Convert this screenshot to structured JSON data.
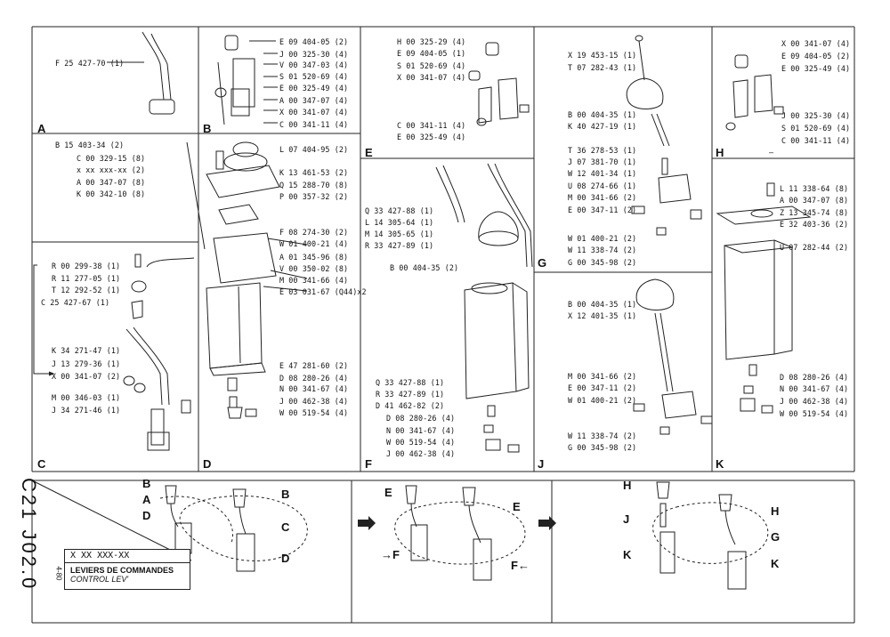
{
  "title": {
    "sheet_code": "C21 J02.0",
    "date": "4-80",
    "part_number": "X XX XXX-XX",
    "french": "LEVIERS DE COMMANDES",
    "english": "CONTROL LEV'"
  },
  "panels": {
    "a": "A",
    "b": "B",
    "c": "C",
    "d": "D",
    "e": "E",
    "f": "F",
    "g": "G",
    "h": "H",
    "j": "J",
    "k": "K"
  },
  "callouts": {
    "a": "A",
    "b": "B",
    "c": "C",
    "d": "D",
    "e": "E",
    "f_left": "→F",
    "f_right": "F←",
    "g": "G",
    "h": "H",
    "j": "J",
    "k": "K"
  },
  "parts_a": [
    "F 25 427-70 (1)"
  ],
  "parts_b": [
    "E 09 404-05 (2)",
    "J 00 325-30 (4)",
    "V 00 347-03 (4)",
    "S 01 520-69 (4)",
    "E 00 325-49 (4)",
    "A 00 347-07 (4)",
    "X 00 341-07 (4)",
    "C 00 341-11 (4)"
  ],
  "parts_d_left": [
    "B 15 403-34 (2)",
    "C 00 329-15 (8)",
    "x xx xxx-xx (2)",
    "A 00 347-07 (8)",
    "K 00 342-10 (8)"
  ],
  "parts_d_right": [
    "L 07 404-95 (2)",
    "K 13 461-53 (2)",
    "Q 15 288-70 (8)",
    "P 00 357-32 (2)",
    "F 08 274-30 (2)",
    "W 01 400-21 (4)",
    "A 01 345-96 (8)",
    "V 00 350-02 (8)",
    "M 00 341-66 (4)",
    "E 03 031-67 (Q44)x2",
    "E 47 281-60 (2)",
    "D 08 280-26 (4)",
    "N 00 341-67 (4)",
    "J 00 462-38 (4)",
    "W 00 519-54 (4)"
  ],
  "parts_c_top": [
    "R 00 299-38 (1)",
    "R 11 277-05 (1)",
    "T 12 292-52 (1)",
    "C 25 427-67 (1)"
  ],
  "parts_c_bottom": [
    "K 34 271-47 (1)",
    "J 13 279-36 (1)",
    "X 00 341-07 (2)",
    "M 00 346-03 (1)",
    "J 34 271-46 (1)"
  ],
  "parts_e": [
    "H 00 325-29 (4)",
    "E 09 404-05 (1)",
    "S 01 520-69 (4)",
    "X 00 341-07 (4)",
    "C 00 341-11 (4)",
    "E 00 325-49 (4)"
  ],
  "parts_g": [
    "Q 33 427-88 (1)",
    "L 14 305-64 (1)",
    "M 14 305-65 (1)",
    "R 33 427-89 (1)",
    "B 00 404-35 (2)"
  ],
  "parts_f": [
    "Q 33 427-88 (1)",
    "R 33 427-89 (1)",
    "D 41 462-82 (2)",
    "D 08 280-26 (4)",
    "N 00 341-67 (4)",
    "W 00 519-54 (4)",
    "J 00 462-38 (4)"
  ],
  "parts_j_top": [
    "X 19 453-15 (1)",
    "T 07 282-43 (1)",
    "B 00 404-35 (1)",
    "K 40 427-19 (1)",
    "T 36 278-53 (1)",
    "J 07 381-70 (1)",
    "W 12 401-34 (1)",
    "U 08 274-66 (1)",
    "M 00 341-66 (2)",
    "E 00 347-11 (2)",
    "W 01 400-21 (2)",
    "W 11 338-74 (2)",
    "G 00 345-98 (2)"
  ],
  "parts_j_bottom": [
    "B 00 404-35 (1)",
    "X 12 401-35 (1)",
    "M 00 341-66 (2)",
    "E 00 347-11 (2)",
    "W 01 400-21 (2)",
    "W 11 338-74 (2)",
    "G 00 345-98 (2)"
  ],
  "parts_h": [
    "X 00 341-07 (4)",
    "E 09 404-05 (2)",
    "E 00 325-49 (4)",
    "J 00 325-30 (4)",
    "S 01 520-69 (4)",
    "C 00 341-11 (4)",
    "—"
  ],
  "parts_k": [
    "L 11 338-64 (8)",
    "A 00 347-07 (8)",
    "Z 13 345-74 (8)",
    "E 32 403-36 (2)",
    "U 07 282-44 (2)",
    "D 08 280-26 (4)",
    "N 00 341-67 (4)",
    "J 00 462-38 (4)",
    "W 00 519-54 (4)"
  ]
}
